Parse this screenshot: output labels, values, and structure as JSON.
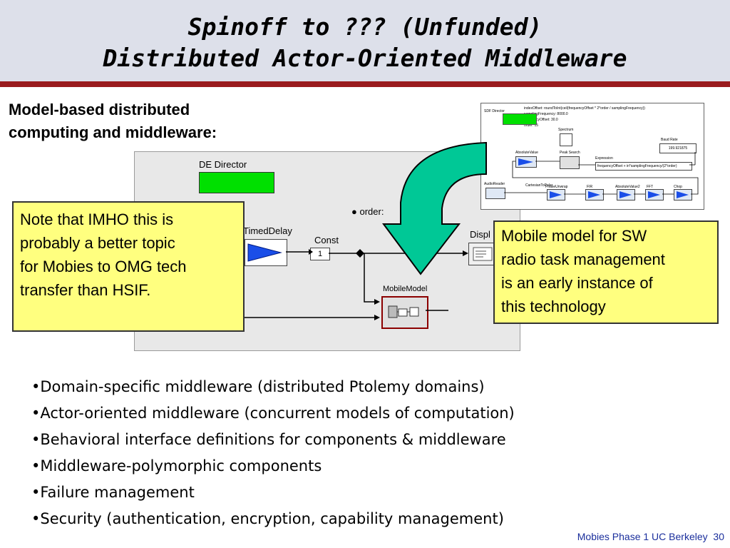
{
  "slide": {
    "title_line1": "Spinoff to ??? (Unfunded)",
    "title_line2": "Distributed Actor-Oriented Middleware",
    "lead_line1": "Model-based distributed",
    "lead_line2": "computing and middleware:",
    "footer_text": "Mobies Phase 1 UC Berkeley",
    "page_number": "30"
  },
  "main_diagram": {
    "director_label": "DE Director",
    "order_label": "order:",
    "timed_delay_label": "TimedDelay",
    "const_label": "Const",
    "const_value": "1",
    "display_label": "Displ",
    "mobile_model_label": "MobileModel"
  },
  "inset_diagram": {
    "params": [
      "indexOffset: roundToInt(ceil(frequencyOffset * 2*order / samplingFrequency))",
      "samplingFrequency: 8000.0",
      "frequencyOffset: 30.0",
      "order: 15"
    ],
    "director_label": "SDF Director",
    "spectrum_label": "Spectrum",
    "baud_rate_label": "Baud Rate",
    "baud_rate_value": "199.921875",
    "absolute_value_label": "AbsoluteValue",
    "peak_search_label": "Peak Search",
    "expression_label": "Expression",
    "expression_value": "frequencyOffset + in*samplingFrequency/(2*order)",
    "audio_reader_label": "AudioReader",
    "cartesian_label": "CartesianToPolar",
    "phase_unwrap_label": "PhaseUnwrap",
    "fir_label": "FIR",
    "absolute_value2_label": "AbsoluteValue2",
    "fft_label": "FFT",
    "chop_label": "Chop"
  },
  "notes": {
    "left_lines": [
      "Note that IMHO this is",
      "probably a better topic",
      "for Mobies to OMG tech",
      "transfer than HSIF."
    ],
    "right_lines": [
      "Mobile model for SW",
      "radio task management",
      "is an early instance of",
      "this technology"
    ]
  },
  "bullets": [
    "•Domain-specific middleware (distributed Ptolemy domains)",
    "•Actor-oriented middleware (concurrent models of computation)",
    "•Behavioral interface definitions for components & middleware",
    "•Middleware-polymorphic components",
    "•Failure management",
    "•Security (authentication, encryption, capability management)"
  ],
  "colors": {
    "title_band": "#dde0ea",
    "rule": "#9a1b1e",
    "note_fill": "#ffff7f",
    "arrow_fill": "#00c896",
    "footer": "#1a2e9c"
  }
}
